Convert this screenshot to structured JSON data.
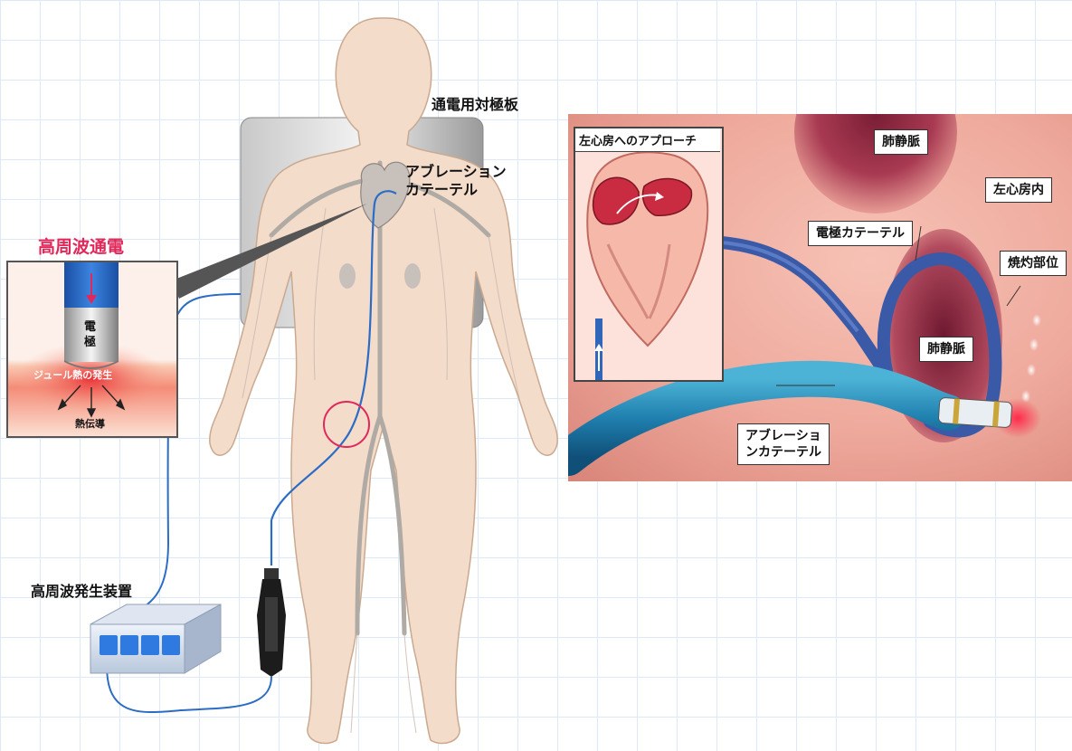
{
  "left_diagram": {
    "return_electrode_label": "通電用対極板",
    "ablation_catheter_label": [
      "アブレーション",
      "カテーテル"
    ],
    "rf_generator_label": "高周波発生装置",
    "inset": {
      "title": "高周波通電",
      "electrode_label": [
        "電",
        "極"
      ],
      "joule_heat_label": "ジュール熱の発生",
      "heat_conduction_label": "熱伝導"
    }
  },
  "right_diagram": {
    "inset_title": "左心房へのアプローチ",
    "pulmonary_vein_top": "肺静脈",
    "left_atrium_inside": "左心房内",
    "electrode_catheter": "電極カテーテル",
    "ablation_site": "焼灼部位",
    "pulmonary_vein_center": "肺静脈",
    "ablation_catheter": [
      "アブレーショ",
      "ンカテーテル"
    ]
  },
  "colors": {
    "accent_pink": "#e0285a",
    "catheter_blue": "#2b6cc4",
    "skin": "#f4dccb",
    "vessel_gray": "#b0aaa5"
  }
}
